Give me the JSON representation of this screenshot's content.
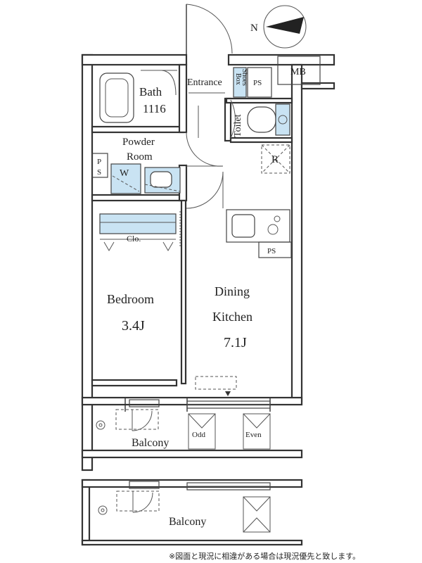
{
  "compass": {
    "label": "N"
  },
  "meter_box": {
    "label": "MB"
  },
  "rooms": {
    "bath": {
      "name": "Bath",
      "size": "1116"
    },
    "entrance": {
      "name": "Entrance"
    },
    "shoes_box": {
      "line1": "Shoes",
      "line2": "Box"
    },
    "ps_entrance": {
      "label": "PS"
    },
    "toilet": {
      "name": "Toilet"
    },
    "powder_room": {
      "line1": "Powder",
      "line2": "Room"
    },
    "washer": {
      "label": "W"
    },
    "ps_left": {
      "line1": "P",
      "line2": "S"
    },
    "refrigerator": {
      "label": "R"
    },
    "ps_kitchen": {
      "label": "PS"
    },
    "closet": {
      "label": "Clo."
    },
    "bedroom": {
      "name": "Bedroom",
      "size": "3.4J"
    },
    "dining_kitchen": {
      "line1": "Dining",
      "line2": "Kitchen",
      "size": "7.1J"
    }
  },
  "balconies": {
    "upper": {
      "name": "Balcony",
      "odd_label": "Odd",
      "even_label": "Even"
    },
    "lower": {
      "name": "Balcony"
    }
  },
  "footnote": "※図面と現況に相違がある場合は現況優先と致します。"
}
